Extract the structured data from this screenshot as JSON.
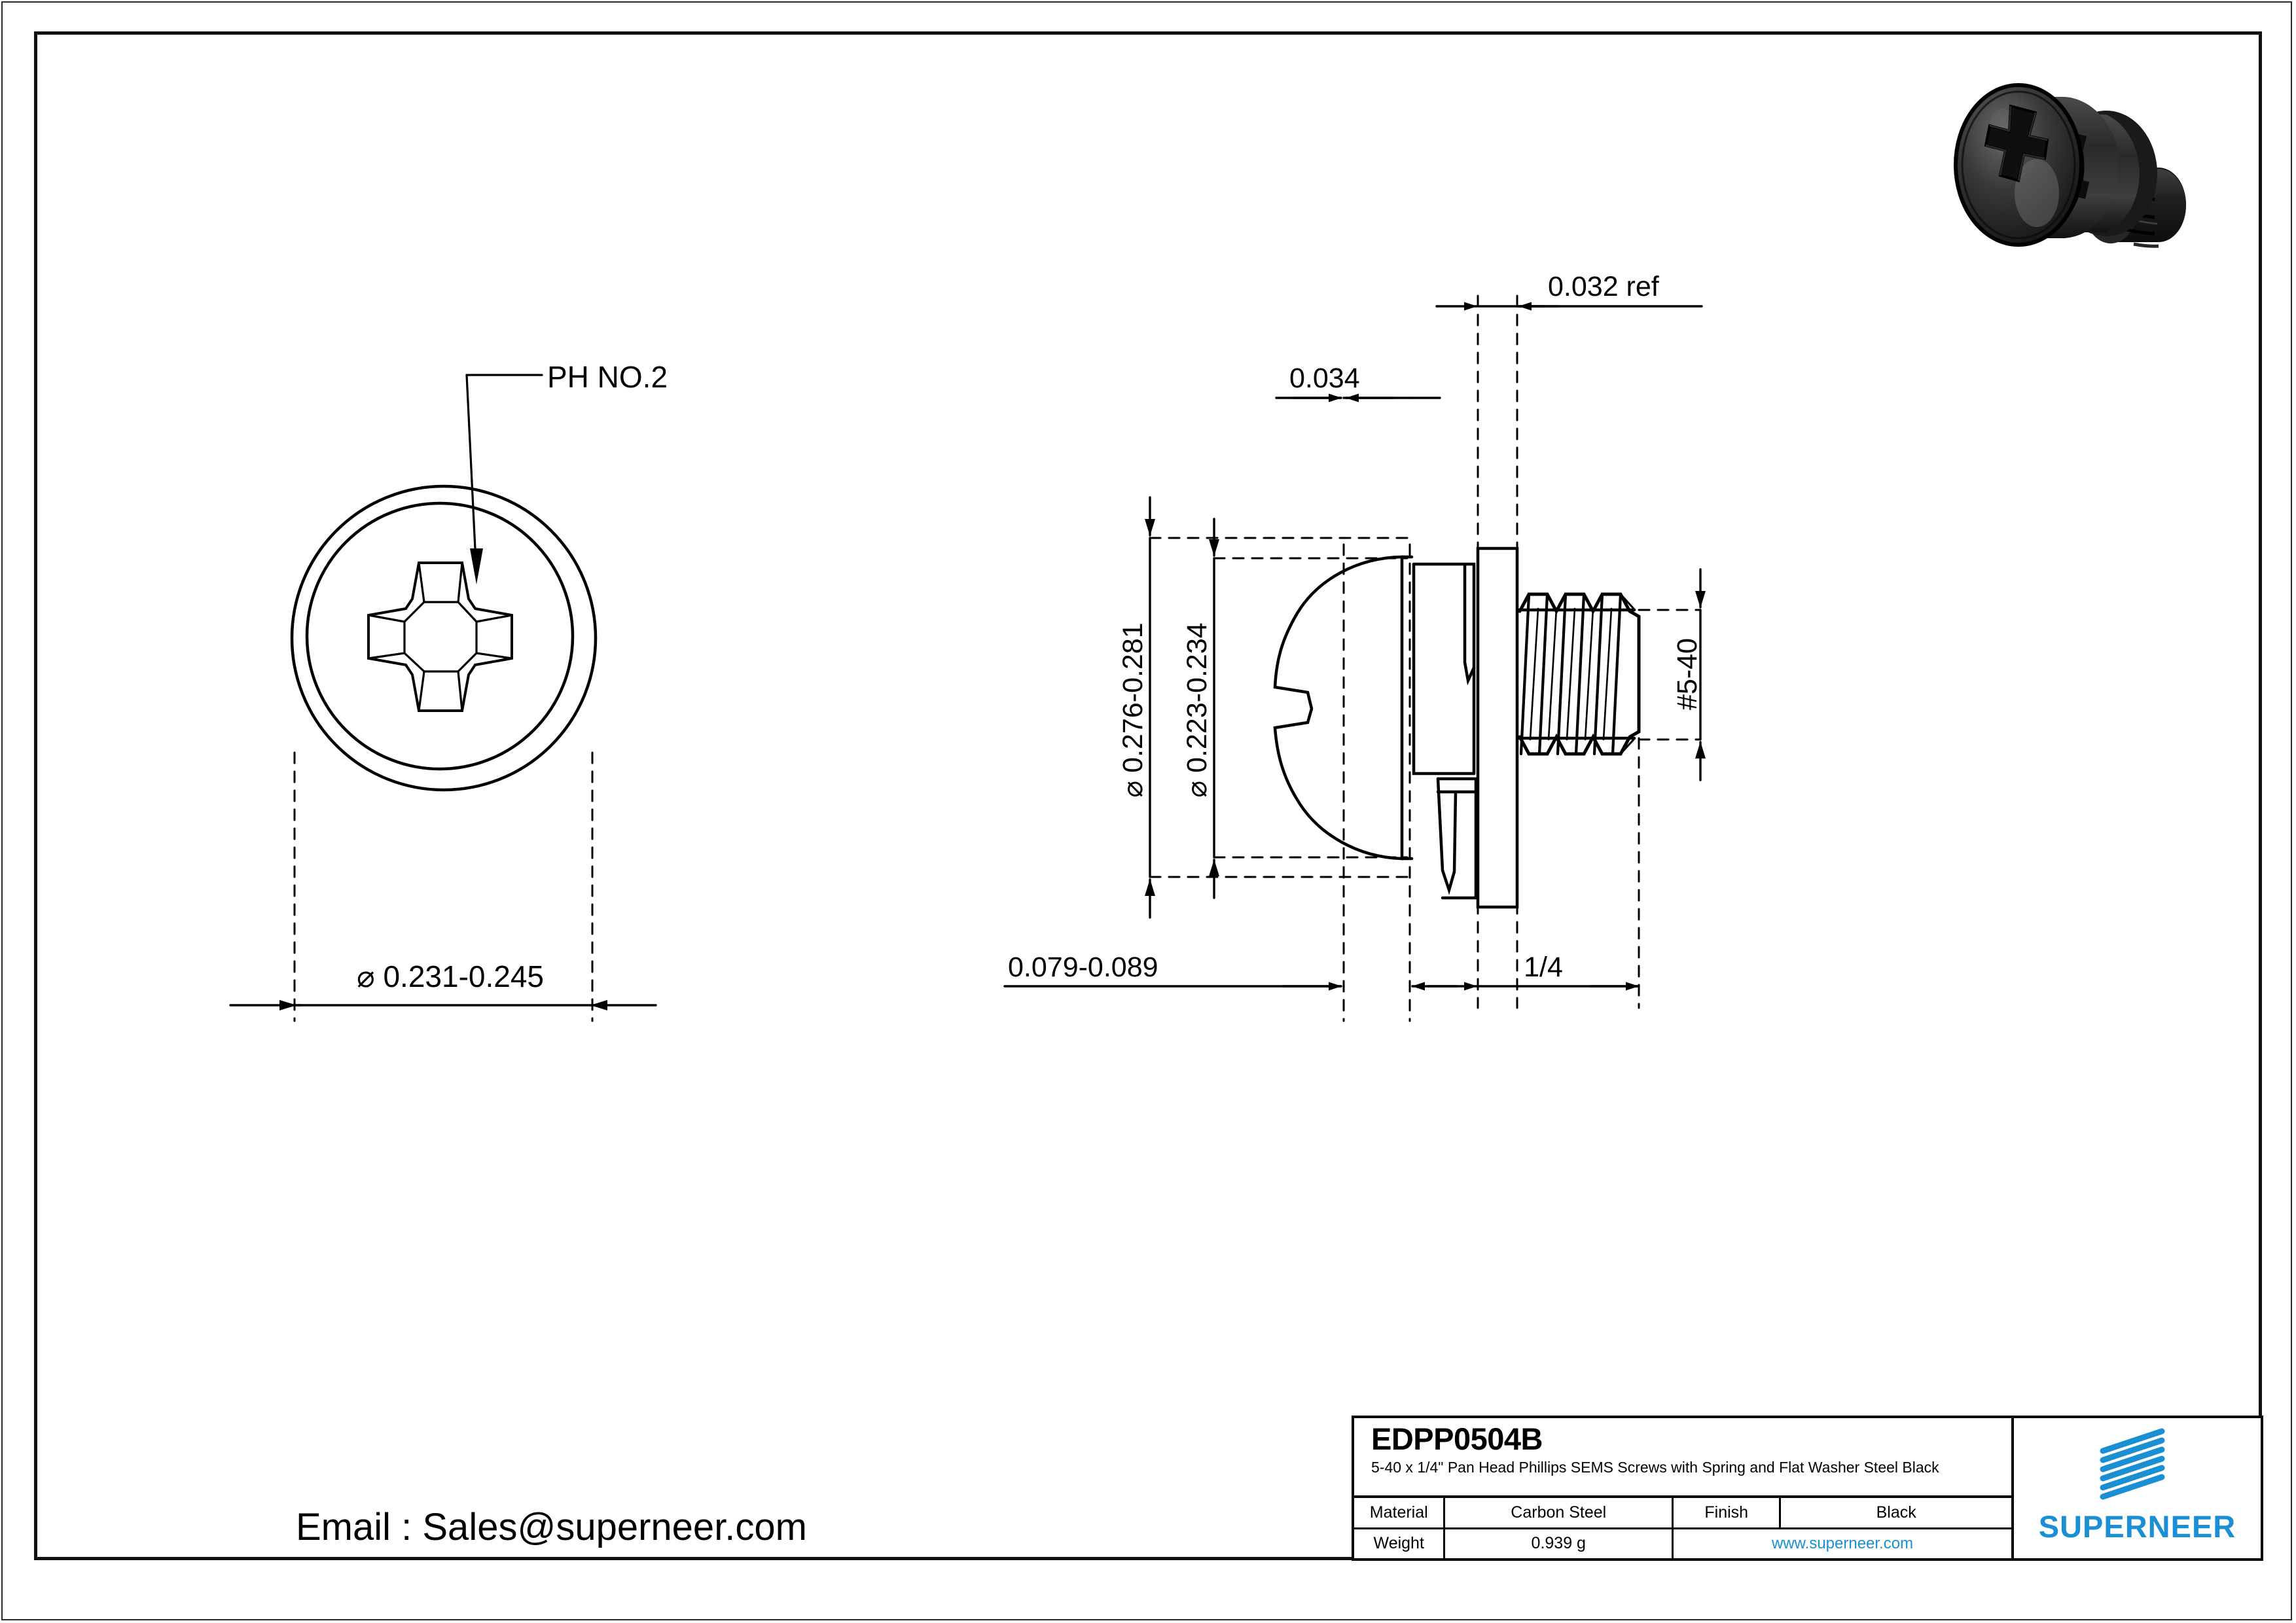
{
  "document": {
    "kind": "engineering-drawing",
    "sheet_background": "#ffffff",
    "line_color": "#000000"
  },
  "views": {
    "front": {
      "name": "front-view-screw-head",
      "callout": "PH NO.2",
      "diameter_dimension": "Ø 0.231-0.245"
    },
    "side": {
      "name": "side-view-sems-screw",
      "dim_head_diameter": "Ø 0.276-0.281",
      "dim_head_inner_diameter": "Ø 0.223-0.234",
      "dim_washer_thickness": "0.034",
      "dim_flat_washer_thickness": "0.032 ref",
      "dim_head_height": "0.079-0.089",
      "dim_thread_length": "1/4",
      "dim_thread_size": "#5-40"
    }
  },
  "title_block": {
    "part_number": "EDPP0504B",
    "description": "5-40 x 1/4\" Pan Head Phillips SEMS Screws with Spring and Flat Washer Steel Black",
    "rows": [
      {
        "label": "Material",
        "value": "Carbon Steel",
        "label2": "Finish",
        "value2": "Black"
      },
      {
        "label": "Weight",
        "value": "0.939 g",
        "url": "www.superneer.com"
      }
    ],
    "brand": {
      "name": "SUPERNEER",
      "color": "#1a8fd4",
      "mark": "diagonal-stripes-parallelogram"
    }
  },
  "contact": {
    "email_line": "Email : Sales@superneer.com"
  },
  "colors": {
    "brand_blue": "#1a8fd4",
    "line_black": "#000000",
    "render_dark": "#2b2b2b",
    "paper_white": "#ffffff"
  }
}
